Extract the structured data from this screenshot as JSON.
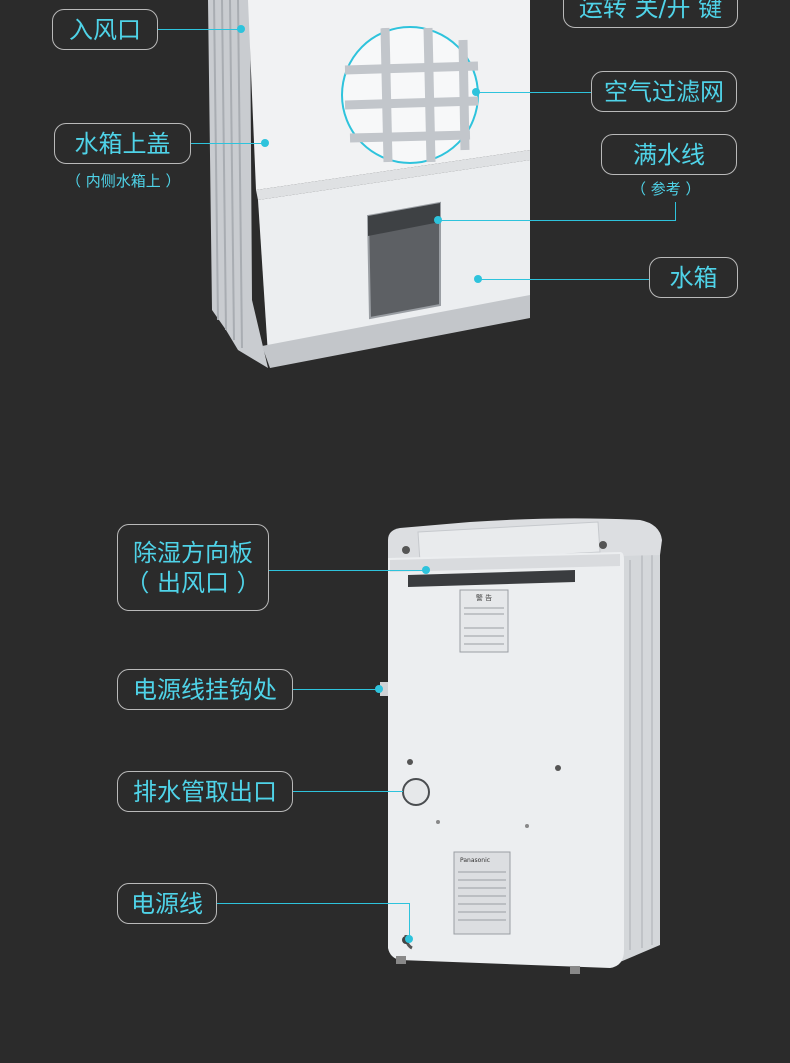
{
  "top_section": {
    "labels": {
      "air_inlet": "入风口",
      "run_off_on_key": "运转 关/开 键",
      "air_filter": "空气过滤网",
      "tank_top_cover": "水箱上盖",
      "tank_top_cover_note": "（ 内侧水箱上 ）",
      "full_water_line": "满水线",
      "full_water_line_note": "（ 参考 ）",
      "water_tank": "水箱"
    }
  },
  "bottom_section": {
    "labels": {
      "louver_line1": "除湿方向板",
      "louver_line2": "（ 出风口 ）",
      "cord_hook": "电源线挂钩处",
      "drain_outlet": "排水管取出口",
      "power_cord": "电源线"
    },
    "product_labels": {
      "warning_title": "警 告",
      "brand": "Panasonic"
    }
  },
  "colors": {
    "background": "#2b2b2b",
    "accent": "#4fd3e8",
    "border": "#b9b9b9"
  }
}
